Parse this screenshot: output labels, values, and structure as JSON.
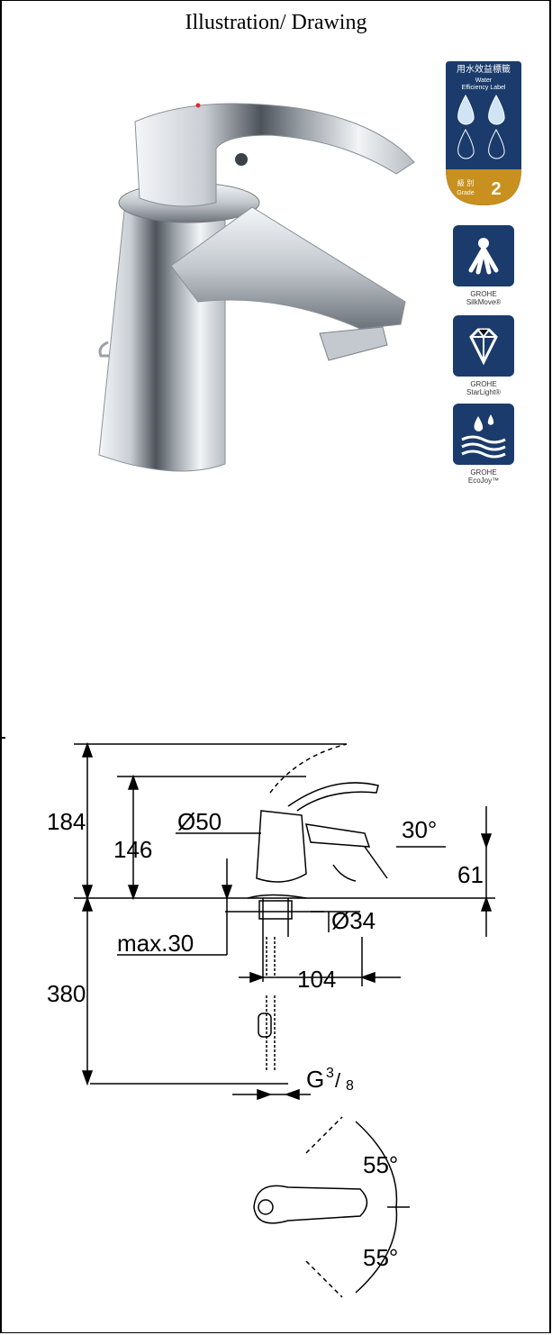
{
  "header": {
    "title": "Illustration/ Drawing"
  },
  "water_label": {
    "chinese_title": "用水效益標籤",
    "english_title_line1": "Water",
    "english_title_line2": "Efficiency Label",
    "grade_chinese": "級 別",
    "grade_english": "Grade",
    "grade_value": "2"
  },
  "badges": [
    {
      "brand": "GROHE",
      "name": "SilkMove®",
      "icon": "silkmove-icon"
    },
    {
      "brand": "GROHE",
      "name": "StarLight®",
      "icon": "diamond-icon"
    },
    {
      "brand": "GROHE",
      "name": "EcoJoy™",
      "icon": "water-drops-icon"
    }
  ],
  "dimensions": {
    "height_total": "184",
    "height_spout": "146",
    "diameter_body": "Ø50",
    "angle_spout": "30°",
    "height_outlet": "61",
    "diameter_base": "Ø34",
    "max_thickness": "max.30",
    "reach": "104",
    "hose_length": "380",
    "thread_prefix": "G",
    "thread_num": "3",
    "thread_den": "8",
    "angle_left": "55°",
    "angle_right": "55°"
  },
  "colors": {
    "label_blue": "#1a3b6b",
    "label_gold": "#c8901e",
    "chrome_light": "#e6e9ec",
    "chrome_dark": "#5a5f66"
  }
}
